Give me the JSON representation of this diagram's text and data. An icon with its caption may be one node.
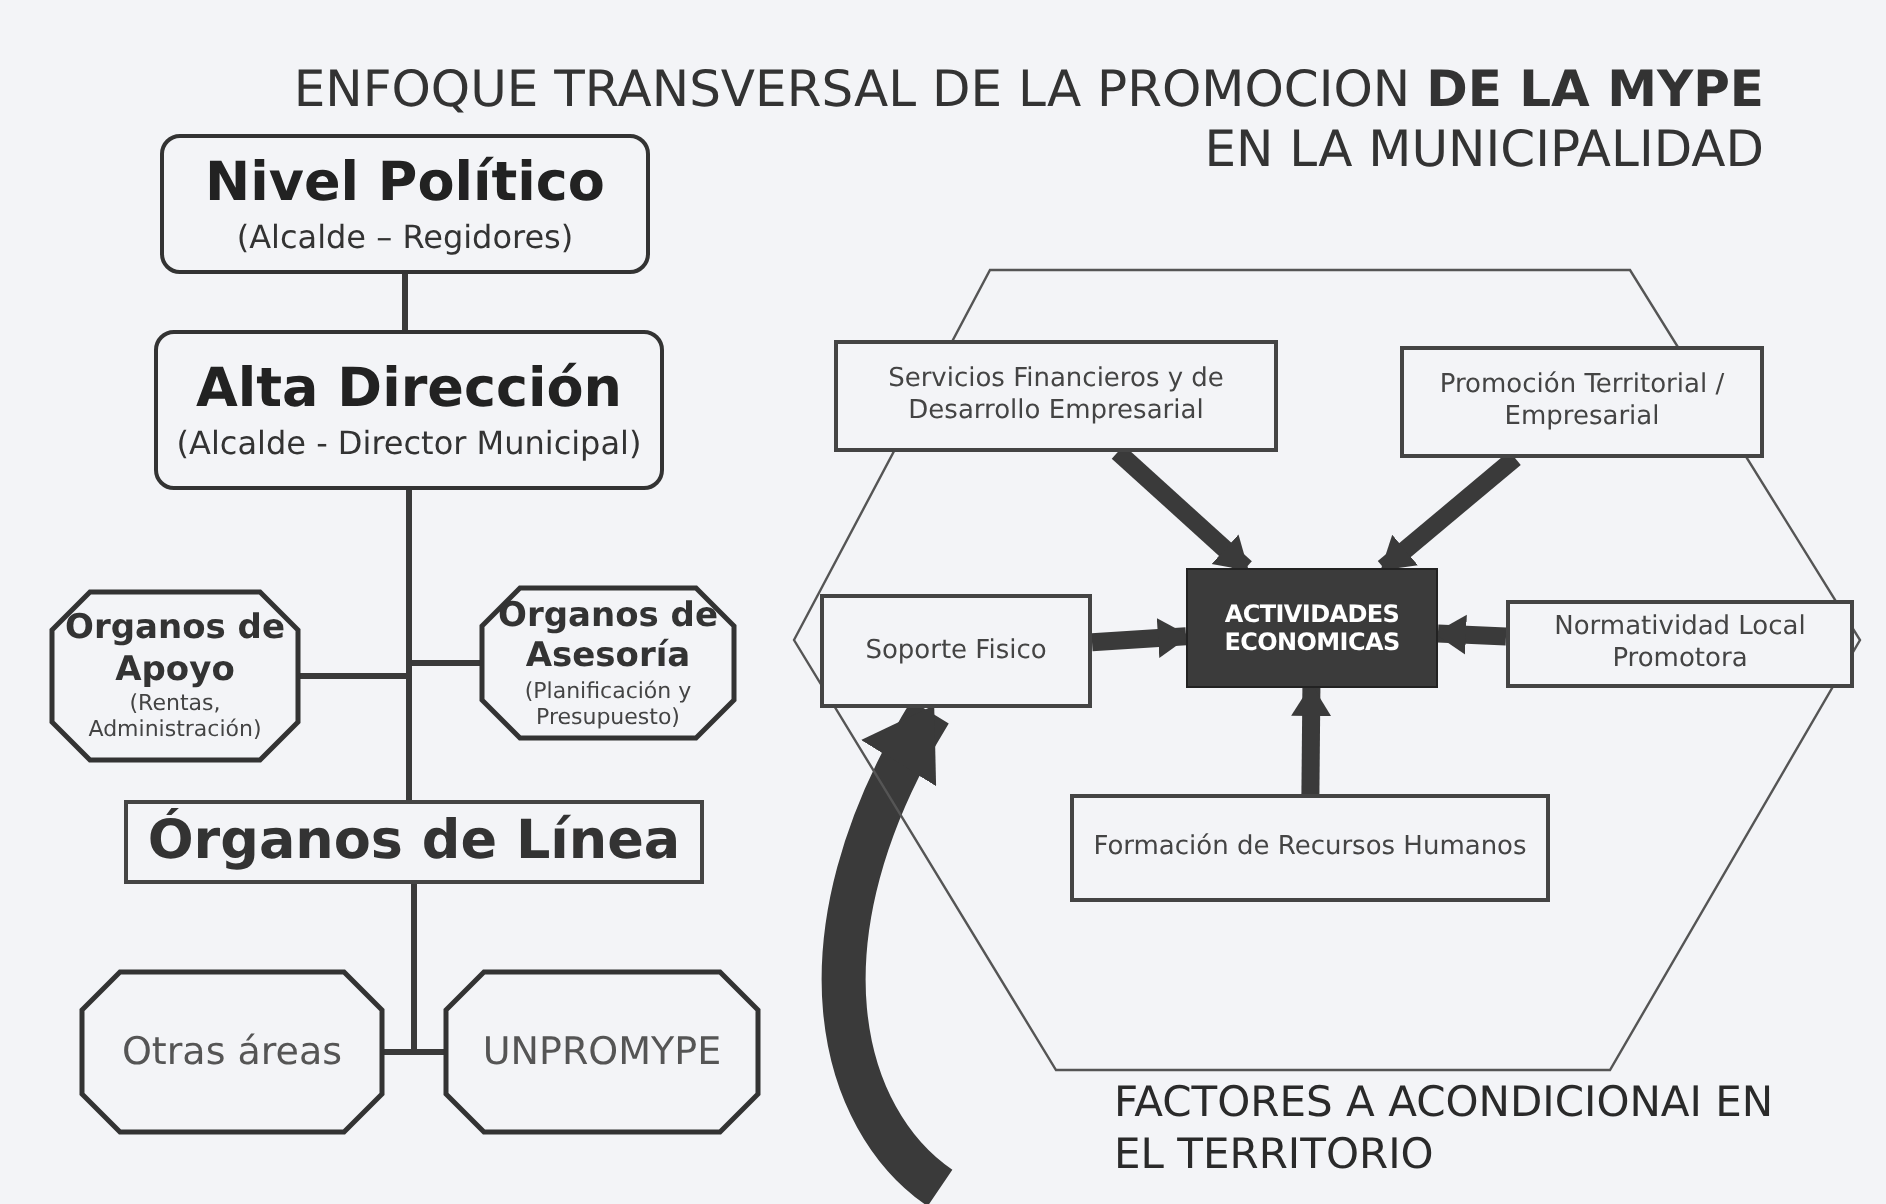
{
  "diagram": {
    "title": "ENFOQUE TRANSVERSAL DE LA PROMOCION **DE LA MYPE** EN LA MUNICIPALIDAD",
    "nodes": [
      {
        "text": [
          "Nivel Político",
          "(Alcalde – Regidores)"
        ]
      },
      {
        "text": [
          "Alta Dirección",
          "(Alcalde - Director Municipal)"
        ]
      },
      {
        "text": [
          "Organos de Apoyo",
          "(Rentas, Administración)"
        ]
      },
      {
        "text": [
          "Organos de Asesoría",
          "(Planificación y Presupuesto)"
        ]
      },
      {
        "text": [
          "Órganos de Línea"
        ]
      },
      {
        "text": [
          "Otras áreas"
        ]
      },
      {
        "text": [
          "UNPROMYPE"
        ]
      },
      {
        "text": [
          "FACTORES A ACONDICIONAI EN EL TERRITORIO"
        ]
      },
      {
        "text": [
          "Servicios Financieros y de Desarrollo Empresarial"
        ],
        "in": 7
      },
      {
        "text": [
          "Promoción Territorial / Empresarial"
        ],
        "in": 7
      },
      {
        "text": [
          "Soporte Fisico"
        ],
        "in": 7
      },
      {
        "text": [
          "ACTIVIDADES ECONOMICAS"
        ],
        "in": 7
      },
      {
        "text": [
          "Normatividad Local Promotora"
        ],
        "in": 7
      },
      {
        "text": [
          "Formación de Recursos Humanos"
        ],
        "in": 7
      }
    ],
    "edges": [
      {
        "from": 0,
        "to": 1,
        "arrow": "none"
      },
      {
        "from": 1,
        "to": 2,
        "arrow": "none"
      },
      {
        "from": 1,
        "to": 3,
        "arrow": "none"
      },
      {
        "from": 1,
        "to": 4,
        "arrow": "none"
      },
      {
        "from": 4,
        "to": 5,
        "arrow": "none"
      },
      {
        "from": 4,
        "to": 6,
        "arrow": "none"
      },
      {
        "from": 8,
        "to": 11,
        "arrow": "to",
        "style": "thick"
      },
      {
        "from": 9,
        "to": 11,
        "arrow": "to",
        "style": "thick"
      },
      {
        "from": 10,
        "to": 11,
        "arrow": "to",
        "style": "thick"
      },
      {
        "from": 12,
        "to": 11,
        "arrow": "to",
        "style": "thick"
      },
      {
        "from": 13,
        "to": 11,
        "arrow": "to",
        "style": "thick"
      },
      {
        "from": null,
        "to": 10,
        "arrow": "to",
        "style": "thick"
      }
    ]
  }
}
